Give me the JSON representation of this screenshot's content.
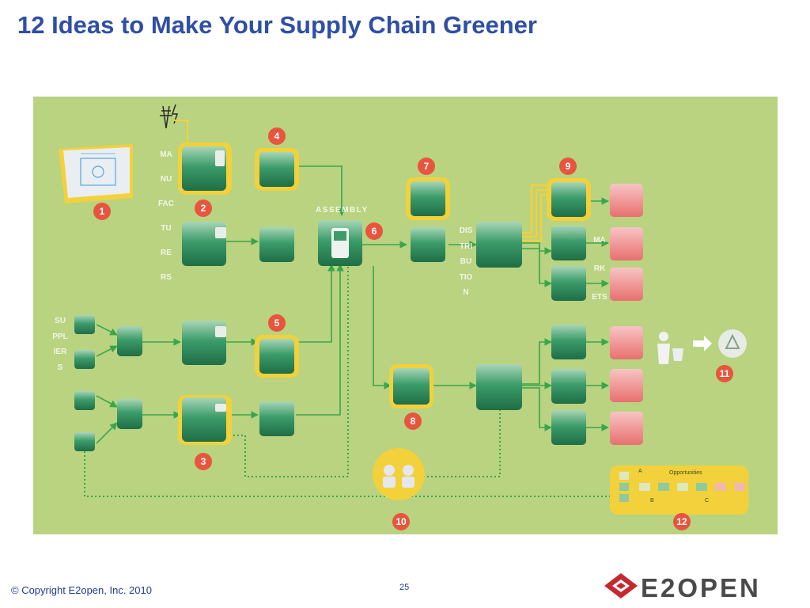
{
  "title": "12 Ideas to Make Your Supply Chain Greener",
  "diagram": {
    "column_labels": {
      "suppliers": "SUPPLIERS",
      "manufacturers": "MANUFACTURERS",
      "distribution": "DISTRIBUTION",
      "markets": "MARKETS"
    },
    "assembly_label": "ASSEMBLY",
    "idea_numbers": [
      "1",
      "2",
      "3",
      "4",
      "5",
      "6",
      "7",
      "8",
      "9",
      "10",
      "11",
      "12"
    ],
    "opportunities": {
      "label": "Opportunities",
      "markers": [
        "A",
        "B",
        "C"
      ]
    },
    "colors": {
      "background": "#b9d381",
      "badge": "#e8553e",
      "highlight": "#f3d13a",
      "flow_line": "#3aa64b",
      "node_fill": "#2f8a5a",
      "market_fill": "#ee8f8f"
    }
  },
  "footer": {
    "copyright": "© Copyright E2open, Inc. 2010",
    "page_number": "25",
    "logo_text": "E2OPEN"
  }
}
